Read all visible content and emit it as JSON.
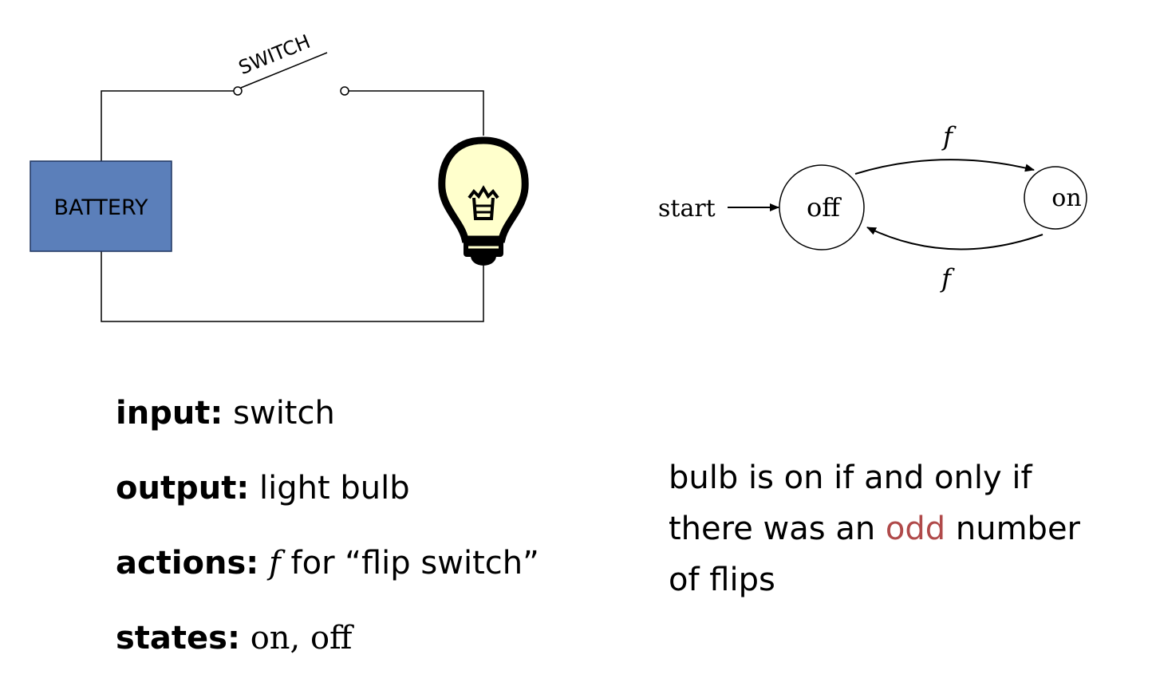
{
  "circuit": {
    "switch_label": "SWITCH",
    "battery_label": "BATTERY",
    "battery_color": "#5b7fba",
    "bulb_color": "#ffffcc"
  },
  "automaton": {
    "start_label": "start",
    "states": [
      {
        "id": "off",
        "label": "off",
        "initial": true
      },
      {
        "id": "on",
        "label": "on",
        "initial": false
      }
    ],
    "transitions": [
      {
        "from": "off",
        "to": "on",
        "label": "f"
      },
      {
        "from": "on",
        "to": "off",
        "label": "f"
      }
    ]
  },
  "definitions": {
    "input": {
      "key": "input:",
      "value": "switch"
    },
    "output": {
      "key": "output:",
      "value": "light bulb"
    },
    "actions": {
      "key": "actions:",
      "symbol": "f",
      "value": "for “flip switch”"
    },
    "states": {
      "key": "states:",
      "value": "on, off"
    }
  },
  "statement": {
    "line1": "bulb is on if and only if",
    "line2_before": "there was an ",
    "line2_highlight": "odd",
    "line2_after": " number",
    "line3": "of flips",
    "highlight_color": "#b04a4a"
  }
}
